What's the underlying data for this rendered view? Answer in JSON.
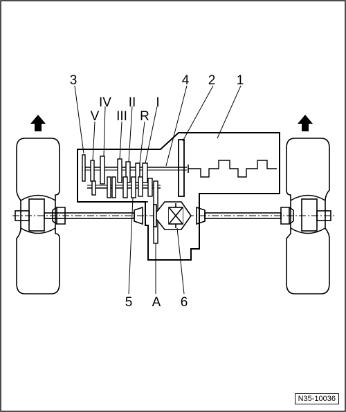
{
  "labels": {
    "l3": "3",
    "l4": "4",
    "l2": "2",
    "l1": "1",
    "lIV": "IV",
    "lII": "II",
    "lI": "I",
    "lV": "V",
    "lIII": "III",
    "lR": "R",
    "l5": "5",
    "lA": "A",
    "l6": "6"
  },
  "reference_code": "N35-10036"
}
